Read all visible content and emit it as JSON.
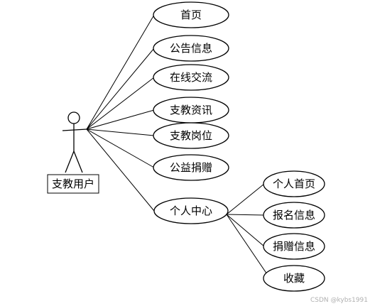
{
  "actor": {
    "label": "支教用户"
  },
  "use_cases": [
    {
      "id": "home",
      "label": "首页"
    },
    {
      "id": "announcement",
      "label": "公告信息"
    },
    {
      "id": "online-chat",
      "label": "在线交流"
    },
    {
      "id": "teaching-news",
      "label": "支教资讯"
    },
    {
      "id": "teaching-posts",
      "label": "支教岗位"
    },
    {
      "id": "charity-donation",
      "label": "公益捐赠"
    },
    {
      "id": "personal-center",
      "label": "个人中心"
    }
  ],
  "sub_use_cases": [
    {
      "id": "personal-home",
      "label": "个人首页"
    },
    {
      "id": "signup-info",
      "label": "报名信息"
    },
    {
      "id": "donation-info",
      "label": "捐赠信息"
    },
    {
      "id": "favorites",
      "label": "收藏"
    }
  ],
  "watermark": "CSDN @kybs1991"
}
